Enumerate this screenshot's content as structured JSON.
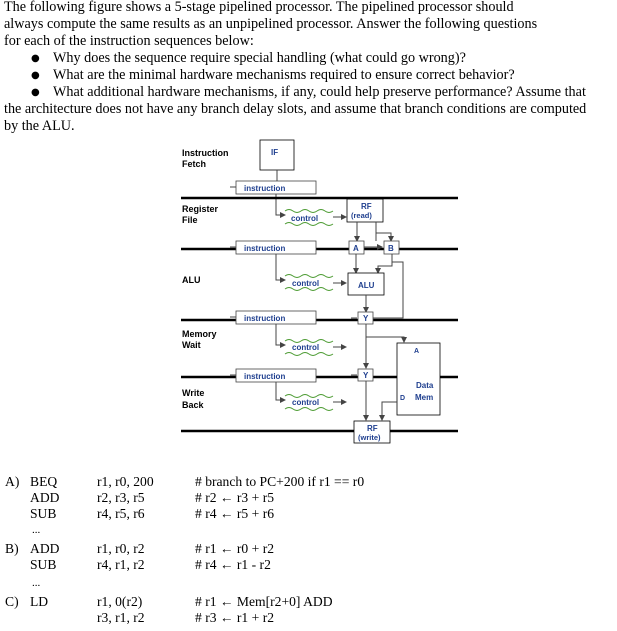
{
  "intro": {
    "line1": "The following figure shows a 5-stage pipelined processor.  The pipelined processor should",
    "line2": "always compute the same results as an unpipelined processor.  Answer the following questions",
    "line3": "for each of the instruction sequences below:",
    "bullets": [
      "Why does the sequence require special handling (what could go wrong)?",
      "What are the minimal hardware mechanisms required to ensure correct behavior?",
      "What additional hardware mechanisms, if any, could help preserve performance? Assume that"
    ],
    "tail1": "the architecture does not have any branch delay slots, and assume that branch conditions are computed",
    "tail2": "by the ALU."
  },
  "figure": {
    "stages": {
      "fetch_l1": "Instruction",
      "fetch_l2": "Fetch",
      "regfile_l1": "Register",
      "regfile_l2": "File",
      "alu": "ALU",
      "mem_l1": "Memory",
      "mem_l2": "Wait",
      "wb_l1": "Write",
      "wb_l2": "Back"
    },
    "if_label": "IF",
    "instruction_label": "instruction",
    "control_label": "control",
    "rf_read_l1": "RF",
    "rf_read_l2": "(read)",
    "reg_a": "A",
    "reg_b": "B",
    "alu_box": "ALU",
    "reg_y": "Y",
    "dmem_a": "A",
    "dmem_l1": "Data",
    "dmem_l2": "Mem",
    "dmem_d": "D",
    "rf_write_l1": "RF",
    "rf_write_l2": "(write)"
  },
  "sequences": {
    "A": {
      "label": "A)",
      "ops": [
        "BEQ",
        "ADD",
        "SUB"
      ],
      "operands": [
        "r1, r0, 200",
        "r2, r3, r5",
        "r4, r5, r6"
      ],
      "comments": [
        "# branch to PC+200 if r1 == r0",
        "# r2 ← r3 + r5",
        "# r4 ← r5 + r6"
      ]
    },
    "ellipsis1": "...",
    "B": {
      "label": "B)",
      "ops": [
        "ADD",
        "SUB"
      ],
      "operands": [
        "r1, r0, r2",
        "r4, r1, r2"
      ],
      "comments": [
        "# r1 ← r0 + r2",
        "# r4 ← r1  - r2"
      ]
    },
    "ellipsis2": "...",
    "C": {
      "label": "C)",
      "ops": [
        "LD"
      ],
      "operands": [
        "r1, 0(r2)",
        "r3, r1, r2"
      ],
      "comments": [
        "# r1 ← Mem[r2+0] ADD",
        "# r3 ← r1  + r2"
      ]
    }
  }
}
